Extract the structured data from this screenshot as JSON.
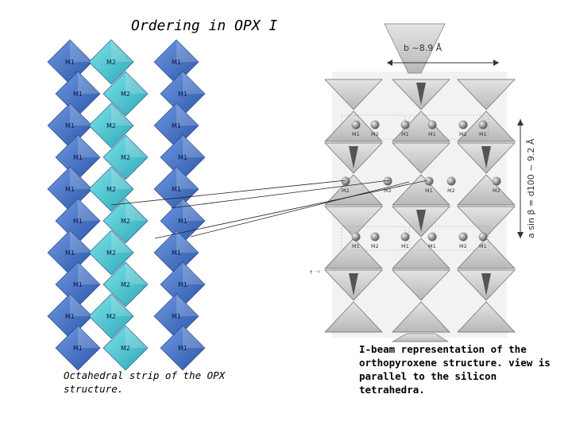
{
  "title": "Ordering in OPX I",
  "left_caption": "Octahedral strip of the OPX structure.",
  "right_caption": "I-beam representation of the orthopyroxene structure. view is parallel to the silicon tetrahedra.",
  "octahedra_labels": [
    [
      "M1",
      "M2",
      "M1"
    ],
    [
      "M1",
      "M2",
      "M1"
    ],
    [
      "M1",
      "M2",
      "M1"
    ],
    [
      "M1",
      "M2",
      "M1"
    ],
    [
      "M1",
      "M2",
      "M1"
    ],
    [
      "M1",
      "M2",
      "M1"
    ],
    [
      "M1",
      "M2",
      "M1"
    ],
    [
      "M1",
      "M2",
      "M1"
    ],
    [
      "M1",
      "M2",
      "M1"
    ],
    [
      "M1",
      "M2",
      "M1"
    ]
  ],
  "ibeam_labels": {
    "row1": [
      "M1",
      "M2",
      "M1",
      "M1",
      "M2",
      "M1"
    ],
    "row2": [
      "M2",
      "M2",
      "M1",
      "M2",
      "M2"
    ],
    "row3": [
      "M1",
      "M2",
      "M1",
      "M1",
      "M2",
      "M1"
    ]
  },
  "dimension_b": "b ~8.9 Å",
  "dimension_a": "a sin β = d100 ~ 9.2 Å",
  "colors": {
    "dark_blue": "#3d6fc8",
    "light_blue": "#4cc9d4",
    "ibeam_gray": "#c8c8c8",
    "tet_dark": "#555555"
  }
}
